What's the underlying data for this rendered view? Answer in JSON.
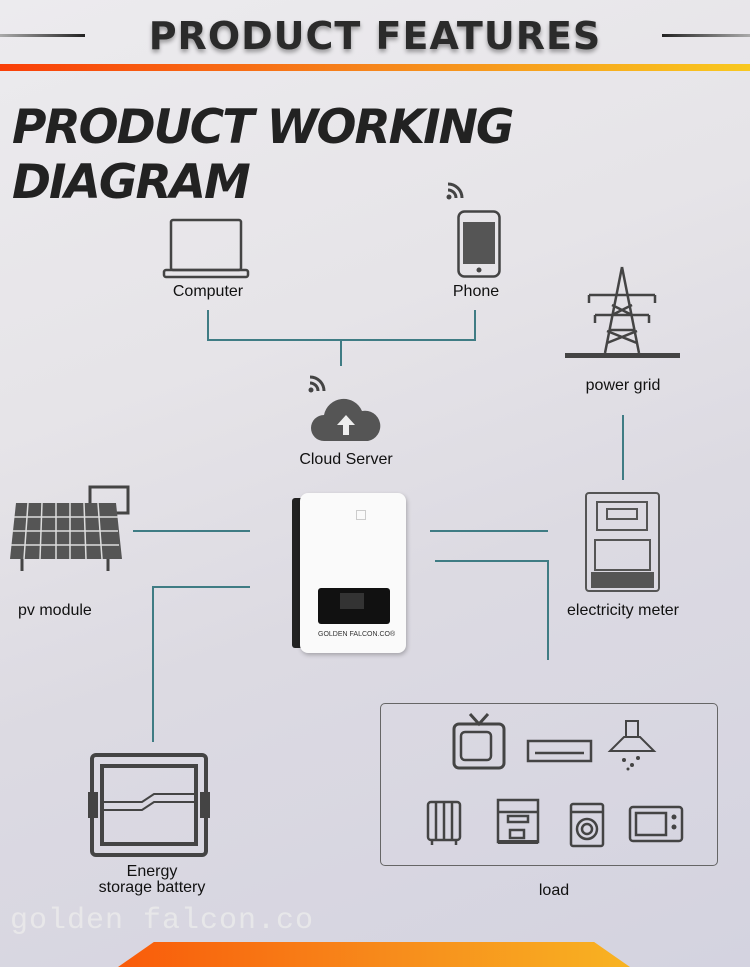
{
  "header": {
    "title": "PRODUCT FEATURES"
  },
  "diagram": {
    "title": "PRODUCT WORKING DIAGRAM",
    "nodes": {
      "computer": "Computer",
      "phone": "Phone",
      "cloud": "Cloud Server",
      "grid": "power grid",
      "meter": "electricity meter",
      "pv": "pv module",
      "battery_line1": "Energy",
      "battery_line2": "storage battery",
      "load": "load"
    },
    "inverter_brand": "GOLDEN FALCON.CO®",
    "line_color": "#3f7c84"
  },
  "watermark": "golden falcon.co"
}
